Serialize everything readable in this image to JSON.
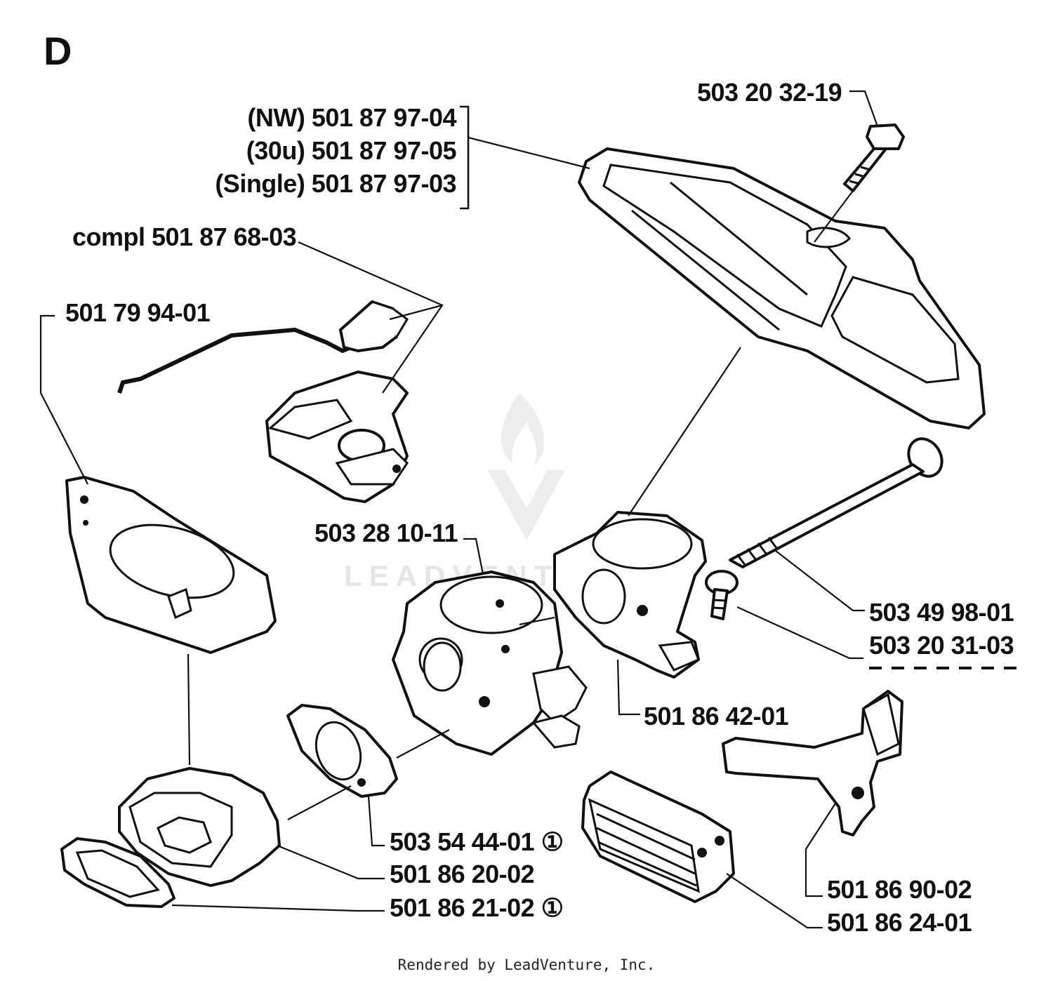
{
  "section_letter": "D",
  "labels": {
    "nw": "(NW) 501 87 97-04",
    "u30": "(30u) 501 87 97-05",
    "single": "(Single) 501 87 97-03",
    "screw_top": "503 20 32-19",
    "compl": "compl 501 87 68-03",
    "gasket_plate": "501 79 94-01",
    "carb": "503 28 10-11",
    "bolt_long": "503 49 98-01",
    "screw_small": "503 20 31-03",
    "intake_body": "501 86 42-01",
    "gasket_mid": "503 54 44-01 ①",
    "adapter": "501 86 20-02",
    "gasket_bottom": "501 86 21-02 ①",
    "lever": "501 86 90-02",
    "filter": "501 86 24-01"
  },
  "watermark": {
    "text": "LEADVENTURE"
  },
  "footer": {
    "credit": "Rendered by LeadVenture, Inc."
  }
}
